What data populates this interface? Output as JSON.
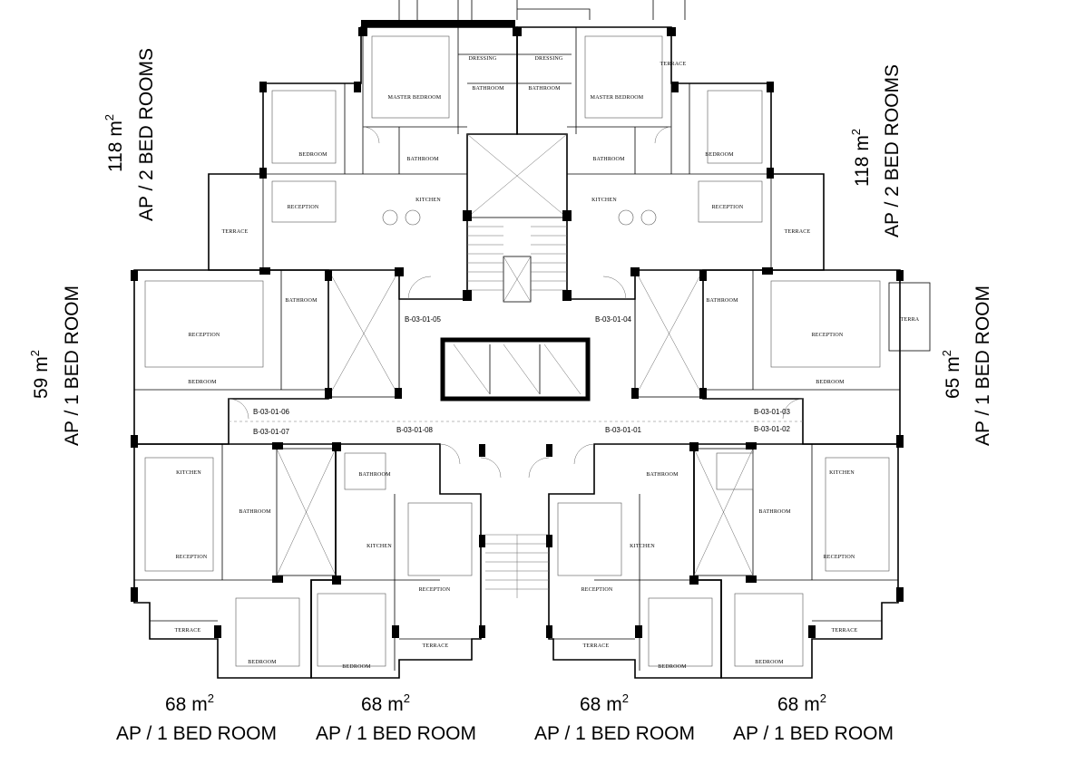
{
  "unit_captions": {
    "top_left": {
      "area": "118 m",
      "sup": "2",
      "type": "AP / 2 BED ROOMS"
    },
    "top_right": {
      "area": "118 m",
      "sup": "2",
      "type": "AP / 2 BED ROOMS"
    },
    "mid_left": {
      "area": "59 m",
      "sup": "2",
      "type": "AP / 1 BED ROOM"
    },
    "mid_right": {
      "area": "65 m",
      "sup": "2",
      "type": "AP / 1 BED ROOM"
    },
    "bottom_1": {
      "area": "68 m",
      "sup": "2",
      "type": "AP / 1 BED ROOM"
    },
    "bottom_2": {
      "area": "68 m",
      "sup": "2",
      "type": "AP / 1 BED ROOM"
    },
    "bottom_3": {
      "area": "68 m",
      "sup": "2",
      "type": "AP / 1 BED ROOM"
    },
    "bottom_4": {
      "area": "68 m",
      "sup": "2",
      "type": "AP / 1 BED ROOM"
    }
  },
  "unit_codes": {
    "u05": "B-03-01-05",
    "u04": "B-03-01-04",
    "u06": "B-03-01-06",
    "u07": "B-03-01-07",
    "u08": "B-03-01-08",
    "u01": "B-03-01-01",
    "u03": "B-03-01-03",
    "u02": "B-03-01-02"
  },
  "room_labels": {
    "dressing": "DRESSING",
    "master_bedroom": "MASTER BEDROOM",
    "bathroom": "BATHROOM",
    "bedroom": "BEDROOM",
    "kitchen": "KITCHEN",
    "reception": "RECEPTION",
    "terrace": "TERRACE",
    "bathroom_alt": "BATHROOM",
    "terrace_cut": "TERRA"
  }
}
